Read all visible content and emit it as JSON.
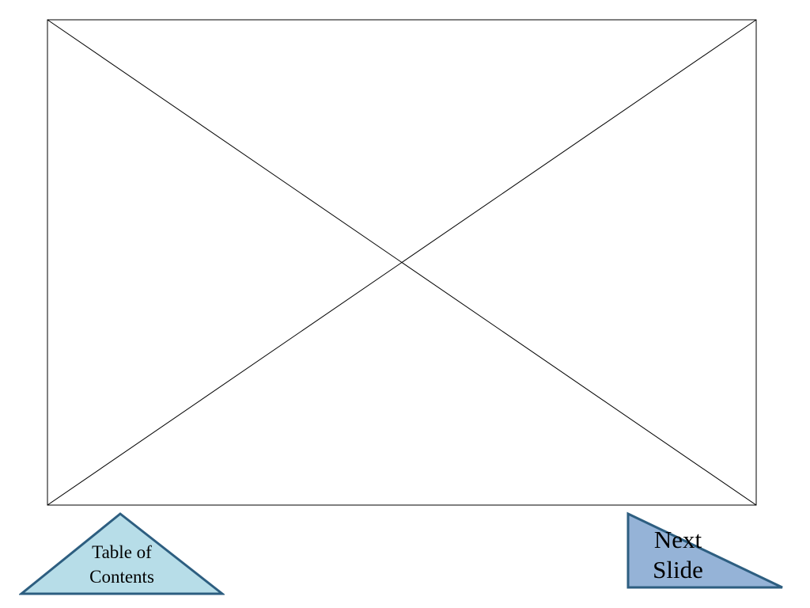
{
  "slide": {
    "image_placeholder": {
      "icon": "missing-image-cross"
    },
    "nav": {
      "toc_label": "Table of Contents",
      "next_label": "Next Slide"
    }
  },
  "colors": {
    "background": "#ffffff",
    "placeholder_stroke": "#000000",
    "toc_fill": "#b7dde8",
    "toc_stroke": "#2d5e80",
    "next_fill": "#95b3d7",
    "next_stroke": "#2d5e80"
  }
}
